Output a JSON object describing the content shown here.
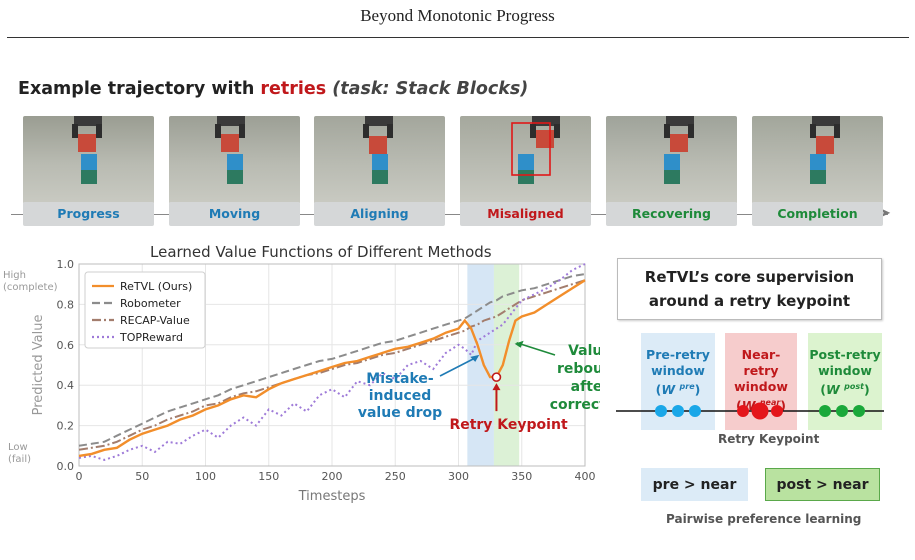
{
  "header": {
    "running_title": "Beyond Monotonic Progress"
  },
  "figure": {
    "title_prefix": "Example trajectory with ",
    "title_highlight": "retries",
    "title_open": " (",
    "title_task": "task: Stack Blocks",
    "title_close": ")",
    "colors": {
      "blue": "#1f7bb5",
      "red": "#c0181b",
      "green": "#1e8a3a"
    },
    "stages": [
      {
        "label": "Progress",
        "color": "#1f7bb5"
      },
      {
        "label": "Moving",
        "color": "#1f7bb5"
      },
      {
        "label": "Aligning",
        "color": "#1f7bb5"
      },
      {
        "label": "Misaligned",
        "color": "#c0181b"
      },
      {
        "label": "Recovering",
        "color": "#1e8a3a"
      },
      {
        "label": "Completion",
        "color": "#1e8a3a"
      }
    ]
  },
  "chart_data": {
    "type": "line",
    "title": "Learned Value Functions of Different Methods",
    "xlabel": "Timesteps",
    "ylabel": "Predicted Value",
    "xlim": [
      0,
      400
    ],
    "ylim": [
      0,
      1.0
    ],
    "xticks": [
      0,
      50,
      100,
      150,
      200,
      250,
      300,
      350,
      400
    ],
    "yticks": [
      0.0,
      0.2,
      0.4,
      0.6,
      0.8,
      1.0
    ],
    "ytick_labels": [
      "0.0",
      "0.2",
      "0.4",
      "0.6",
      "0.8",
      "1.0"
    ],
    "y_high_label": [
      "High",
      "(complete)"
    ],
    "y_low_label": [
      "Low",
      "(fail)"
    ],
    "grid": true,
    "legend_position": "top-left",
    "x": [
      0,
      10,
      20,
      30,
      40,
      50,
      60,
      70,
      80,
      90,
      100,
      110,
      120,
      130,
      140,
      150,
      160,
      170,
      180,
      190,
      200,
      210,
      220,
      230,
      240,
      250,
      260,
      270,
      280,
      290,
      300,
      305,
      310,
      315,
      320,
      325,
      330,
      335,
      340,
      345,
      350,
      360,
      370,
      380,
      390,
      400
    ],
    "series": [
      {
        "name": "ReTVL (Ours)",
        "color": "#f28e2b",
        "style": "solid",
        "values": [
          0.05,
          0.06,
          0.08,
          0.09,
          0.13,
          0.16,
          0.18,
          0.2,
          0.23,
          0.25,
          0.28,
          0.3,
          0.33,
          0.35,
          0.34,
          0.38,
          0.41,
          0.43,
          0.45,
          0.47,
          0.49,
          0.51,
          0.52,
          0.54,
          0.56,
          0.58,
          0.59,
          0.61,
          0.63,
          0.66,
          0.68,
          0.72,
          0.68,
          0.6,
          0.5,
          0.44,
          0.44,
          0.5,
          0.62,
          0.72,
          0.74,
          0.76,
          0.8,
          0.84,
          0.88,
          0.92
        ]
      },
      {
        "name": "Robometer",
        "color": "#8c8c8c",
        "style": "dashed",
        "values": [
          0.1,
          0.11,
          0.12,
          0.15,
          0.18,
          0.21,
          0.24,
          0.27,
          0.29,
          0.31,
          0.33,
          0.35,
          0.38,
          0.4,
          0.42,
          0.44,
          0.46,
          0.48,
          0.5,
          0.52,
          0.53,
          0.55,
          0.57,
          0.59,
          0.61,
          0.62,
          0.64,
          0.66,
          0.68,
          0.7,
          0.72,
          0.73,
          0.75,
          0.77,
          0.79,
          0.81,
          0.82,
          0.84,
          0.85,
          0.86,
          0.87,
          0.88,
          0.9,
          0.92,
          0.94,
          0.95
        ]
      },
      {
        "name": "RECAP-Value",
        "color": "#a37d6d",
        "style": "dashdot",
        "values": [
          0.08,
          0.09,
          0.1,
          0.12,
          0.15,
          0.18,
          0.2,
          0.23,
          0.25,
          0.27,
          0.3,
          0.31,
          0.34,
          0.36,
          0.37,
          0.39,
          0.41,
          0.43,
          0.45,
          0.46,
          0.48,
          0.5,
          0.51,
          0.53,
          0.55,
          0.56,
          0.58,
          0.6,
          0.62,
          0.64,
          0.66,
          0.67,
          0.69,
          0.7,
          0.72,
          0.73,
          0.74,
          0.76,
          0.78,
          0.8,
          0.82,
          0.84,
          0.86,
          0.88,
          0.9,
          0.92
        ]
      },
      {
        "name": "TOPReward",
        "color": "#9e7ad8",
        "style": "dotted",
        "values": [
          0.04,
          0.05,
          0.03,
          0.05,
          0.08,
          0.1,
          0.07,
          0.12,
          0.11,
          0.15,
          0.18,
          0.14,
          0.2,
          0.24,
          0.2,
          0.28,
          0.25,
          0.31,
          0.27,
          0.35,
          0.38,
          0.34,
          0.42,
          0.4,
          0.46,
          0.43,
          0.5,
          0.52,
          0.48,
          0.56,
          0.6,
          0.58,
          0.55,
          0.62,
          0.64,
          0.66,
          0.68,
          0.7,
          0.74,
          0.78,
          0.82,
          0.85,
          0.88,
          0.92,
          0.97,
          1.0
        ]
      }
    ],
    "shaded_regions": [
      {
        "x0": 307,
        "x1": 328,
        "color": "#cfe2f3"
      },
      {
        "x0": 328,
        "x1": 348,
        "color": "#d6efcf"
      }
    ],
    "keypoint": {
      "x": 330,
      "y": 0.44
    },
    "annotations": {
      "drop": [
        "Mistake-",
        "induced",
        "value drop"
      ],
      "rebound": [
        "Value",
        "rebound",
        "after",
        "correction"
      ],
      "keypoint": "Retry Keypoint"
    }
  },
  "side_panel": {
    "title_line1": "ReTVL’s core supervision",
    "title_line2": "around a retry keypoint",
    "windows": [
      {
        "line1": "Pre-retry",
        "line2": "window",
        "symbol": "W",
        "sup": "pre",
        "color": "#1f7bb5",
        "bg": "#dcebf7"
      },
      {
        "line1": "Near-retry",
        "line2": "window",
        "symbol": "W",
        "sup": "near",
        "color": "#c0181b",
        "bg": "#f6cccc"
      },
      {
        "line1": "Post-retry",
        "line2": "window",
        "symbol": "W",
        "sup": "post",
        "color": "#1e8a3a",
        "bg": "#dcf3cf"
      }
    ],
    "keypoint_label": "Retry Keypoint",
    "pref_pre": "pre > near",
    "pref_post": "post > near",
    "pref_caption": "Pairwise preference learning"
  }
}
